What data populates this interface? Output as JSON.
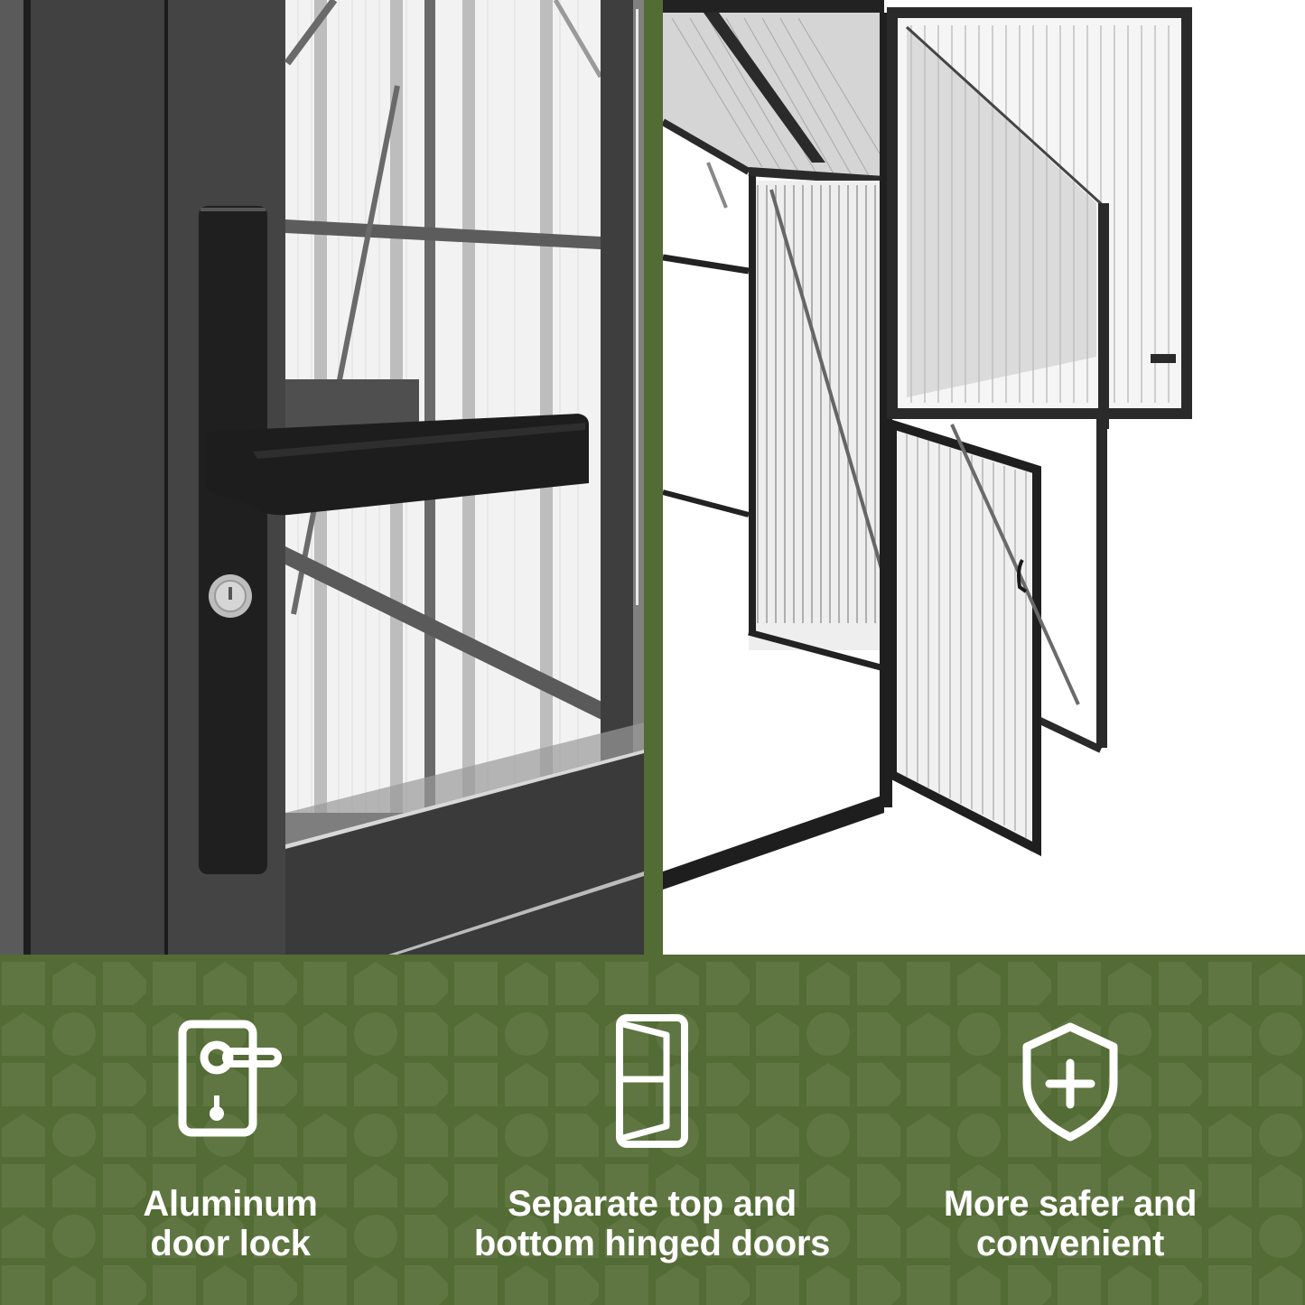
{
  "photos": {
    "left": {
      "subject": "close-up of black aluminum door handle with key lock on greenhouse door"
    },
    "right": {
      "subject": "greenhouse with separate top and bottom hinged doors opened"
    }
  },
  "features": [
    {
      "icon": "door-handle-lock-icon",
      "line1": "Aluminum",
      "line2": "door lock"
    },
    {
      "icon": "hinged-door-icon",
      "line1": "Separate top and",
      "line2": "bottom hinged doors"
    },
    {
      "icon": "shield-plus-icon",
      "line1": "More safer and",
      "line2": "convenient"
    }
  ],
  "colors": {
    "band_green": "#536b34",
    "tile_green": "#5f7642",
    "divider_green": "#536b34",
    "frame_black": "#2b2b2b",
    "text_white": "#ffffff"
  }
}
